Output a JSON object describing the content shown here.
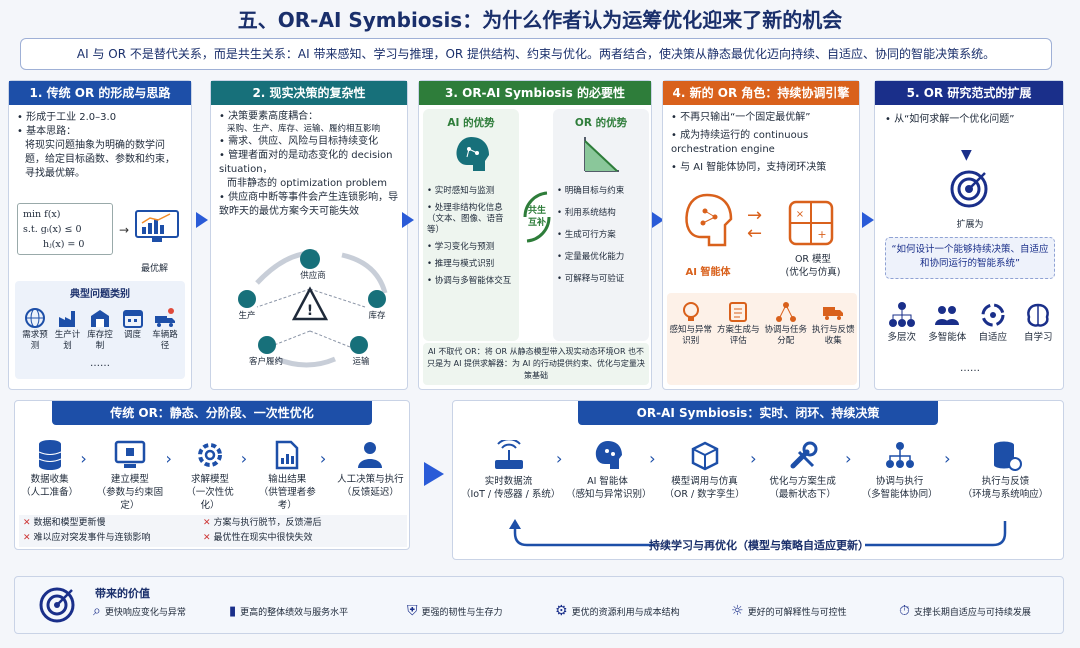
{
  "title": "五、OR-AI Symbiosis：为什么作者认为运筹优化迎来了新的机会",
  "intro": "AI 与 OR 不是替代关系，而是共生关系：AI 带来感知、学习与推理，OR 提供结构、约束与优化。两者结合，使决策从静态最优化迈向持续、自适应、协同的智能决策系统。",
  "p1": {
    "header": "1. 传统 OR 的形成与思路",
    "b1": "形成于工业 2.0–3.0",
    "b2": "基本思路：",
    "b2_text": "将现实问题抽象为明确的数学问题，给定目标函数、参数和约束，寻找最优解。",
    "formula": [
      "min f(x)",
      "s.t.  gᵢ(x) ≤ 0",
      "hⱼ(x) = 0"
    ],
    "optimal": "最优解",
    "types_title": "典型问题类别",
    "types": [
      "需求预测",
      "生产计划",
      "库存控制",
      "调度",
      "车辆路径"
    ],
    "ellipsis": "……"
  },
  "p2": {
    "header": "2. 现实决策的复杂性",
    "b1": "决策要素高度耦合：",
    "b1_text": "采购、生产、库存、运输、履约相互影响",
    "b2": "需求、供应、风险与目标持续变化",
    "b3": "管理者面对的是动态变化的 decision situation，",
    "b3b": "而非静态的 optimization problem",
    "b4": "供应商中断等事件会产生连锁影响，导致昨天的最优方案今天可能失效",
    "nodes": [
      "供应商",
      "生产",
      "库存",
      "客户履约",
      "运输"
    ]
  },
  "p3": {
    "header": "3. OR-AI Symbiosis 的必要性",
    "ai_title": "AI 的优势",
    "or_title": "OR 的优势",
    "center": "共生\n互补",
    "ai_items": [
      "实时感知与监测",
      "处理非结构化信息（文本、图像、语音等）",
      "学习变化与预测",
      "推理与模式识别",
      "协调与多智能体交互"
    ],
    "or_items": [
      "明确目标与约束",
      "利用系统结构",
      "生成可行方案",
      "定量最优化能力",
      "可解释与可验证"
    ],
    "note": "AI 不取代 OR：将 OR 从静态模型带入现实动态环境OR 也不只是为 AI 提供求解器：为 AI 的行动提供约束、优化与定量决策基础"
  },
  "p4": {
    "header": "4. 新的 OR 角色：持续协调引擎",
    "b1": "不再只输出“一个固定最优解”",
    "b2": "成为持续运行的 continuous orchestration engine",
    "b3": "与 AI 智能体协同，支持闭环决策",
    "agent": "AI 智能体",
    "model": "OR 模型\n(优化与仿真)",
    "funcs": [
      "感知与异常识别",
      "方案生成与评估",
      "协调与任务分配",
      "执行与反馈收集"
    ]
  },
  "p5": {
    "header": "5. OR 研究范式的扩展",
    "from": "从“如何求解一个优化问题”",
    "expand": "扩展为",
    "quote": "“如何设计一个能够持续决策、自适应和协同运行的智能系统”",
    "items": [
      "多层次",
      "多智能体",
      "自适应",
      "自学习"
    ],
    "ellipsis": "……"
  },
  "trad": {
    "header": "传统 OR：静态、分阶段、一次性优化",
    "steps": [
      {
        "t": "数据收集",
        "s": "（人工准备）"
      },
      {
        "t": "建立模型",
        "s": "（参数与约束固定）"
      },
      {
        "t": "求解模型",
        "s": "（一次性优化）"
      },
      {
        "t": "输出结果",
        "s": "（供管理者参考）"
      },
      {
        "t": "人工决策与执行",
        "s": "（反馈延迟）"
      }
    ],
    "cons": [
      "数据和模型更新慢",
      "方案与执行脱节，反馈滞后",
      "难以应对突发事件与连锁影响",
      "最优性在现实中很快失效"
    ]
  },
  "sym": {
    "header": "OR-AI Symbiosis：实时、闭环、持续决策",
    "steps": [
      {
        "t": "实时数据流",
        "s": "（IoT / 传感器 / 系统）"
      },
      {
        "t": "AI 智能体",
        "s": "（感知与异常识别）"
      },
      {
        "t": "模型调用与仿真",
        "s": "（OR / 数字孪生）"
      },
      {
        "t": "优化与方案生成",
        "s": "（最新状态下）"
      },
      {
        "t": "协调与执行",
        "s": "（多智能体协同）"
      },
      {
        "t": "执行与反馈",
        "s": "（环境与系统响应）"
      }
    ],
    "loop": "持续学习与再优化（模型与策略自适应更新）"
  },
  "value": {
    "title": "带来的价值",
    "items": [
      "更快响应变化与异常",
      "更高的整体绩效与服务水平",
      "更强的韧性与生存力",
      "更优的资源利用与成本结构",
      "更好的可解释性与可控性",
      "支撑长期自适应与可持续发展"
    ]
  }
}
